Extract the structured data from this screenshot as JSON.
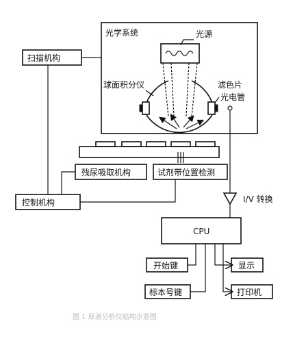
{
  "labels": {
    "optical_system": "光学系统",
    "light_source": "光源",
    "integrating_sphere": "球面积分仪",
    "filter": "滤色片",
    "photocell": "光电管",
    "scan_mechanism": "扫描机构",
    "residue_absorber": "残尿吸取机构",
    "strip_position_detect": "试剂带位置检测",
    "control_mechanism": "控制机构",
    "iv_conversion": "I/V 转换",
    "cpu": "CPU",
    "start_key": "开始键",
    "display": "显示",
    "sample_number_key": "标本号键",
    "printer": "打印机"
  },
  "caption": "图 1  尿液分析仪结构示意图"
}
